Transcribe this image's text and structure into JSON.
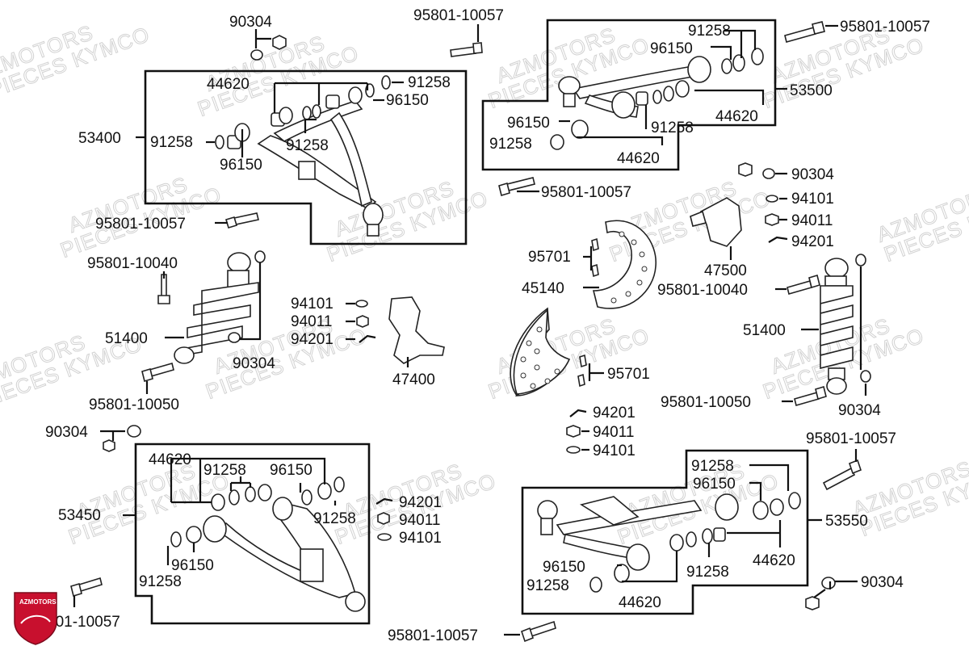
{
  "colors": {
    "ink": "#111111",
    "watermark": "#d2d2d2",
    "logo_red": "#c8102e"
  },
  "watermark": {
    "line1": "AZMOTORS",
    "line2": "PIECES KYMCO"
  },
  "logo": {
    "text": "AZMOTORS"
  },
  "labels": {
    "p53400": "53400",
    "p53500": "53500",
    "p53450": "53450",
    "p53550": "53550",
    "p51400": "51400",
    "p47400": "47400",
    "p47500": "47500",
    "p45140": "45140",
    "p95701": "95701",
    "p90304": "90304",
    "p91258": "91258",
    "p96150": "96150",
    "p44620": "44620",
    "p94101": "94101",
    "p94011": "94011",
    "p94201": "94201",
    "p10057": "95801-10057",
    "p10040": "95801-10040",
    "p10050": "95801-10050",
    "p10057_cut": "801-10057"
  }
}
